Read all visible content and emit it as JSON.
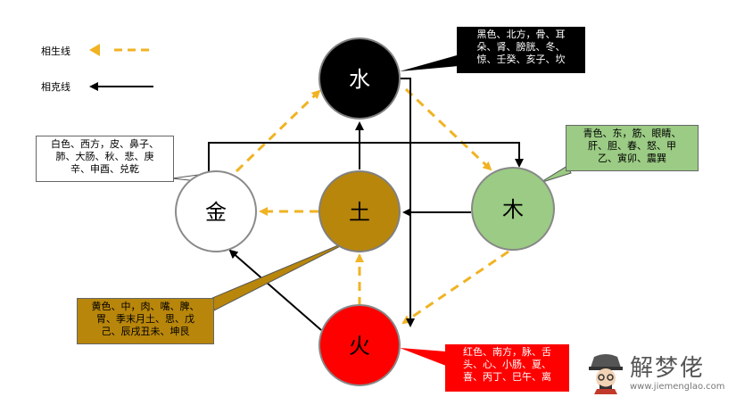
{
  "legend": {
    "sheng_label": "相生线",
    "ke_label": "相克线",
    "sheng_color": "#F0B323",
    "ke_color": "#000000"
  },
  "elements": {
    "water": {
      "label": "水",
      "fill": "#000000",
      "text_color": "#ffffff"
    },
    "wood": {
      "label": "木",
      "fill": "#9BCB84",
      "text_color": "#000000"
    },
    "fire": {
      "label": "火",
      "fill": "#FF0000",
      "text_color": "#000000"
    },
    "earth": {
      "label": "土",
      "fill": "#B8860B",
      "text_color": "#000000"
    },
    "metal": {
      "label": "金",
      "fill": "#FFFFFF",
      "text_color": "#000000"
    }
  },
  "callouts": {
    "water": {
      "lines": [
        "黑色、北方，骨、耳",
        "朵、肾、膀胱、冬、",
        "惊、壬癸、亥子、坎"
      ],
      "bg": "#000000",
      "color": "#ffffff"
    },
    "wood": {
      "lines": [
        "青色、东，筋、眼睛、",
        "肝、胆、春、怒、甲",
        "乙、寅卯、震巽"
      ],
      "bg": "#9BCB84",
      "color": "#000000"
    },
    "metal": {
      "lines": [
        "白色、西方，皮、鼻子、",
        "肺、大肠、秋、悲、庚",
        "辛、申酉、兑乾"
      ],
      "bg": "#FFFFFF",
      "color": "#000000"
    },
    "earth": {
      "lines": [
        "黄色、中，肉、嘴、脾、",
        "胃、季末月土、思、戊",
        "己、辰戌丑未、坤艮"
      ],
      "bg": "#B8860B",
      "color": "#000000"
    },
    "fire": {
      "lines": [
        "红色、南方，脉、舌",
        "头、心、小肠、夏、",
        "喜、丙丁、巳午、离"
      ],
      "bg": "#FF0000",
      "color": "#ffffff"
    }
  },
  "watermark": {
    "title": "解梦佬",
    "url": "www.jiemenglao.com"
  }
}
